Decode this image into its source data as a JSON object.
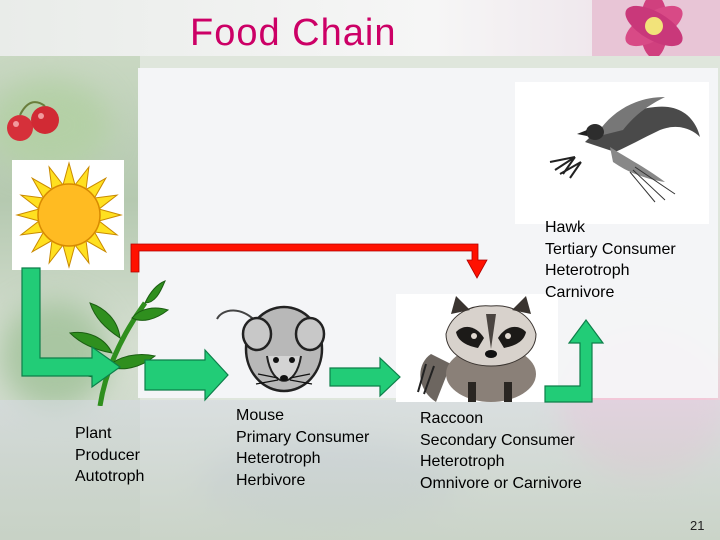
{
  "title": "Food Chain",
  "page_number": "21",
  "nodes": {
    "plant": [
      "Plant",
      "Producer",
      "Autotroph"
    ],
    "mouse": [
      "Mouse",
      "Primary Consumer",
      "Heterotroph",
      "Herbivore"
    ],
    "raccoon": [
      "Raccoon",
      "Secondary Consumer",
      "Heterotroph",
      "Omnivore or Carnivore"
    ],
    "hawk": [
      "Hawk",
      "Tertiary Consumer",
      "Heterotroph",
      "Carnivore"
    ]
  },
  "colors": {
    "title": "#cc0066",
    "green_arrow": "#22cc77",
    "green_arrow_stroke": "#0d7f4a",
    "red_arrow": "#ff1100",
    "sun_rays": "#ffe020",
    "sun_core": "#ffbb22"
  }
}
